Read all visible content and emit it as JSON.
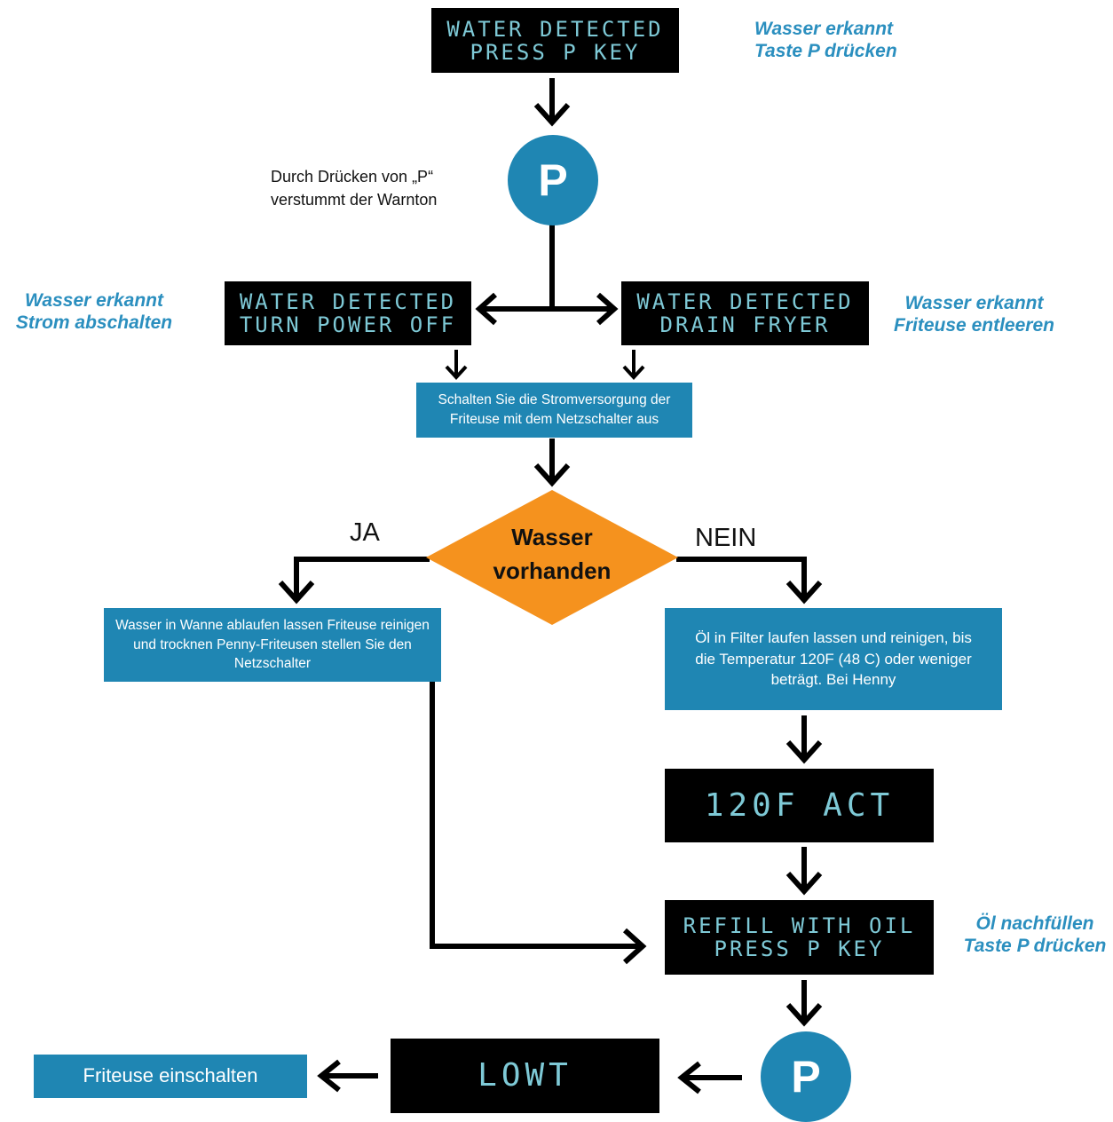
{
  "colors": {
    "lcd_background": "#000000",
    "lcd_text": "#7ec9d6",
    "action_box": "#1f86b3",
    "note_text": "#2b8fbf",
    "decision": "#f5921e",
    "connector": "#000000"
  },
  "displays": {
    "top": {
      "line1": "WATER DETECTED",
      "line2": "PRESS P KEY"
    },
    "left": {
      "line1": "WATER DETECTED",
      "line2": "TURN POWER OFF"
    },
    "right": {
      "line1": "WATER DETECTED",
      "line2": "DRAIN FRYER"
    },
    "temp": {
      "line1": "120F ACT"
    },
    "refill": {
      "line1": "REFILL WITH OIL",
      "line2": "PRESS P KEY"
    },
    "lowt": {
      "line1": "LOWT"
    }
  },
  "notes": {
    "top": {
      "line1": "Wasser erkannt",
      "line2": "Taste P drücken"
    },
    "left": {
      "line1": "Wasser erkannt",
      "line2": "Strom abschalten"
    },
    "right": {
      "line1": "Wasser erkannt",
      "line2": "Friteuse entleeren"
    },
    "refill": {
      "line1": "Öl nachfüllen",
      "line2": "Taste P drücken"
    }
  },
  "p_key": {
    "label": "P"
  },
  "silence_note": {
    "line1": "Durch Drücken von „P“",
    "line2": "verstummt der Warnton"
  },
  "steps": {
    "power_off": "Schalten Sie die Stromversorgung der Friteuse mit dem Netzschalter aus",
    "yes_branch": "Wasser in Wanne ablaufen lassen Friteuse reinigen und trocknen Penny-Friteusen stellen Sie den Netzschalter",
    "no_branch": "Öl in Filter laufen lassen und reinigen, bis die Temperatur 120F (48 C) oder weniger beträgt. Bei Henny",
    "final": "Friteuse einschalten"
  },
  "decision": {
    "line1": "Wasser",
    "line2": "vorhanden",
    "yes_label": "JA",
    "no_label": "NEIN"
  }
}
